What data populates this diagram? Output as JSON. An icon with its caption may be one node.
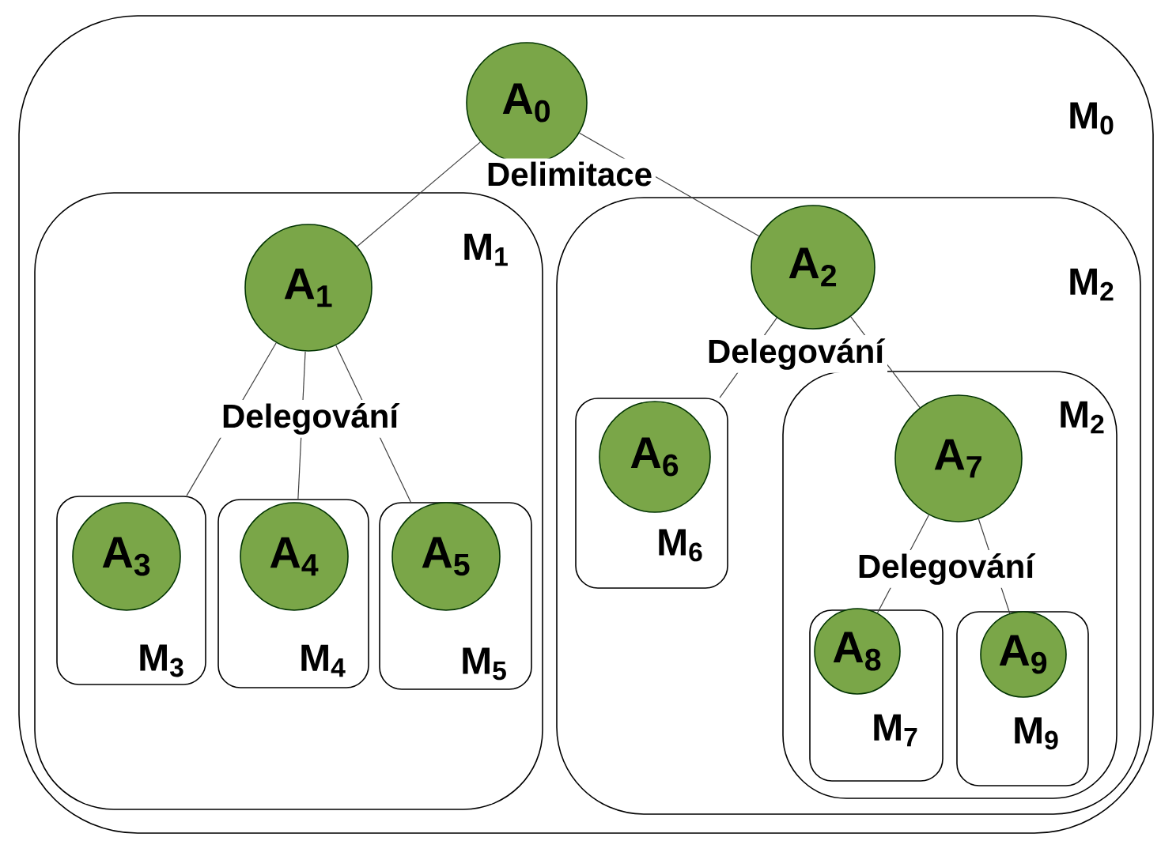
{
  "diagram": {
    "nodes": [
      {
        "text": [
          "M$_{0}$"
        ]
      },
      {
        "text": [
          "A$_{0}$"
        ],
        "in": 0
      },
      {
        "text": [
          "M$_{1}$"
        ],
        "in": 0
      },
      {
        "text": [
          "A$_{1}$"
        ],
        "in": 2
      },
      {
        "text": [
          "M$_{3}$"
        ],
        "in": 2
      },
      {
        "text": [
          "A$_{3}$"
        ],
        "in": 4
      },
      {
        "text": [
          "M$_{4}$"
        ],
        "in": 2
      },
      {
        "text": [
          "A$_{4}$"
        ],
        "in": 6
      },
      {
        "text": [
          "M$_{5}$"
        ],
        "in": 2
      },
      {
        "text": [
          "A$_{5}$"
        ],
        "in": 8
      },
      {
        "text": [
          "M$_{2}$"
        ],
        "in": 0
      },
      {
        "text": [
          "A$_{2}$"
        ],
        "in": 10
      },
      {
        "text": [
          "M$_{6}$"
        ],
        "in": 10
      },
      {
        "text": [
          "A$_{6}$"
        ],
        "in": 12
      },
      {
        "text": [
          "M$_{2}$"
        ],
        "in": 10
      },
      {
        "text": [
          "A$_{7}$"
        ],
        "in": 14
      },
      {
        "text": [
          "M$_{7}$"
        ],
        "in": 14
      },
      {
        "text": [
          "A$_{8}$"
        ],
        "in": 16
      },
      {
        "text": [
          "M$_{9}$"
        ],
        "in": 14
      },
      {
        "text": [
          "A$_{9}$"
        ],
        "in": 18
      }
    ],
    "edges": [
      {
        "from": 1,
        "to": 3,
        "arrow": "none"
      },
      {
        "from": 1,
        "to": 11,
        "arrow": "none"
      },
      {
        "from": 3,
        "to": 4,
        "arrow": "none"
      },
      {
        "from": 3,
        "to": 6,
        "arrow": "none"
      },
      {
        "from": 3,
        "to": 8,
        "arrow": "none"
      },
      {
        "from": 11,
        "to": 12,
        "arrow": "none"
      },
      {
        "from": 11,
        "to": 15,
        "arrow": "none"
      },
      {
        "from": 15,
        "to": 17,
        "arrow": "none"
      },
      {
        "from": 15,
        "to": 19,
        "arrow": "none"
      }
    ],
    "labels": [
      "Delimitace",
      "Delegování",
      "Delegování",
      "Delegování"
    ]
  }
}
